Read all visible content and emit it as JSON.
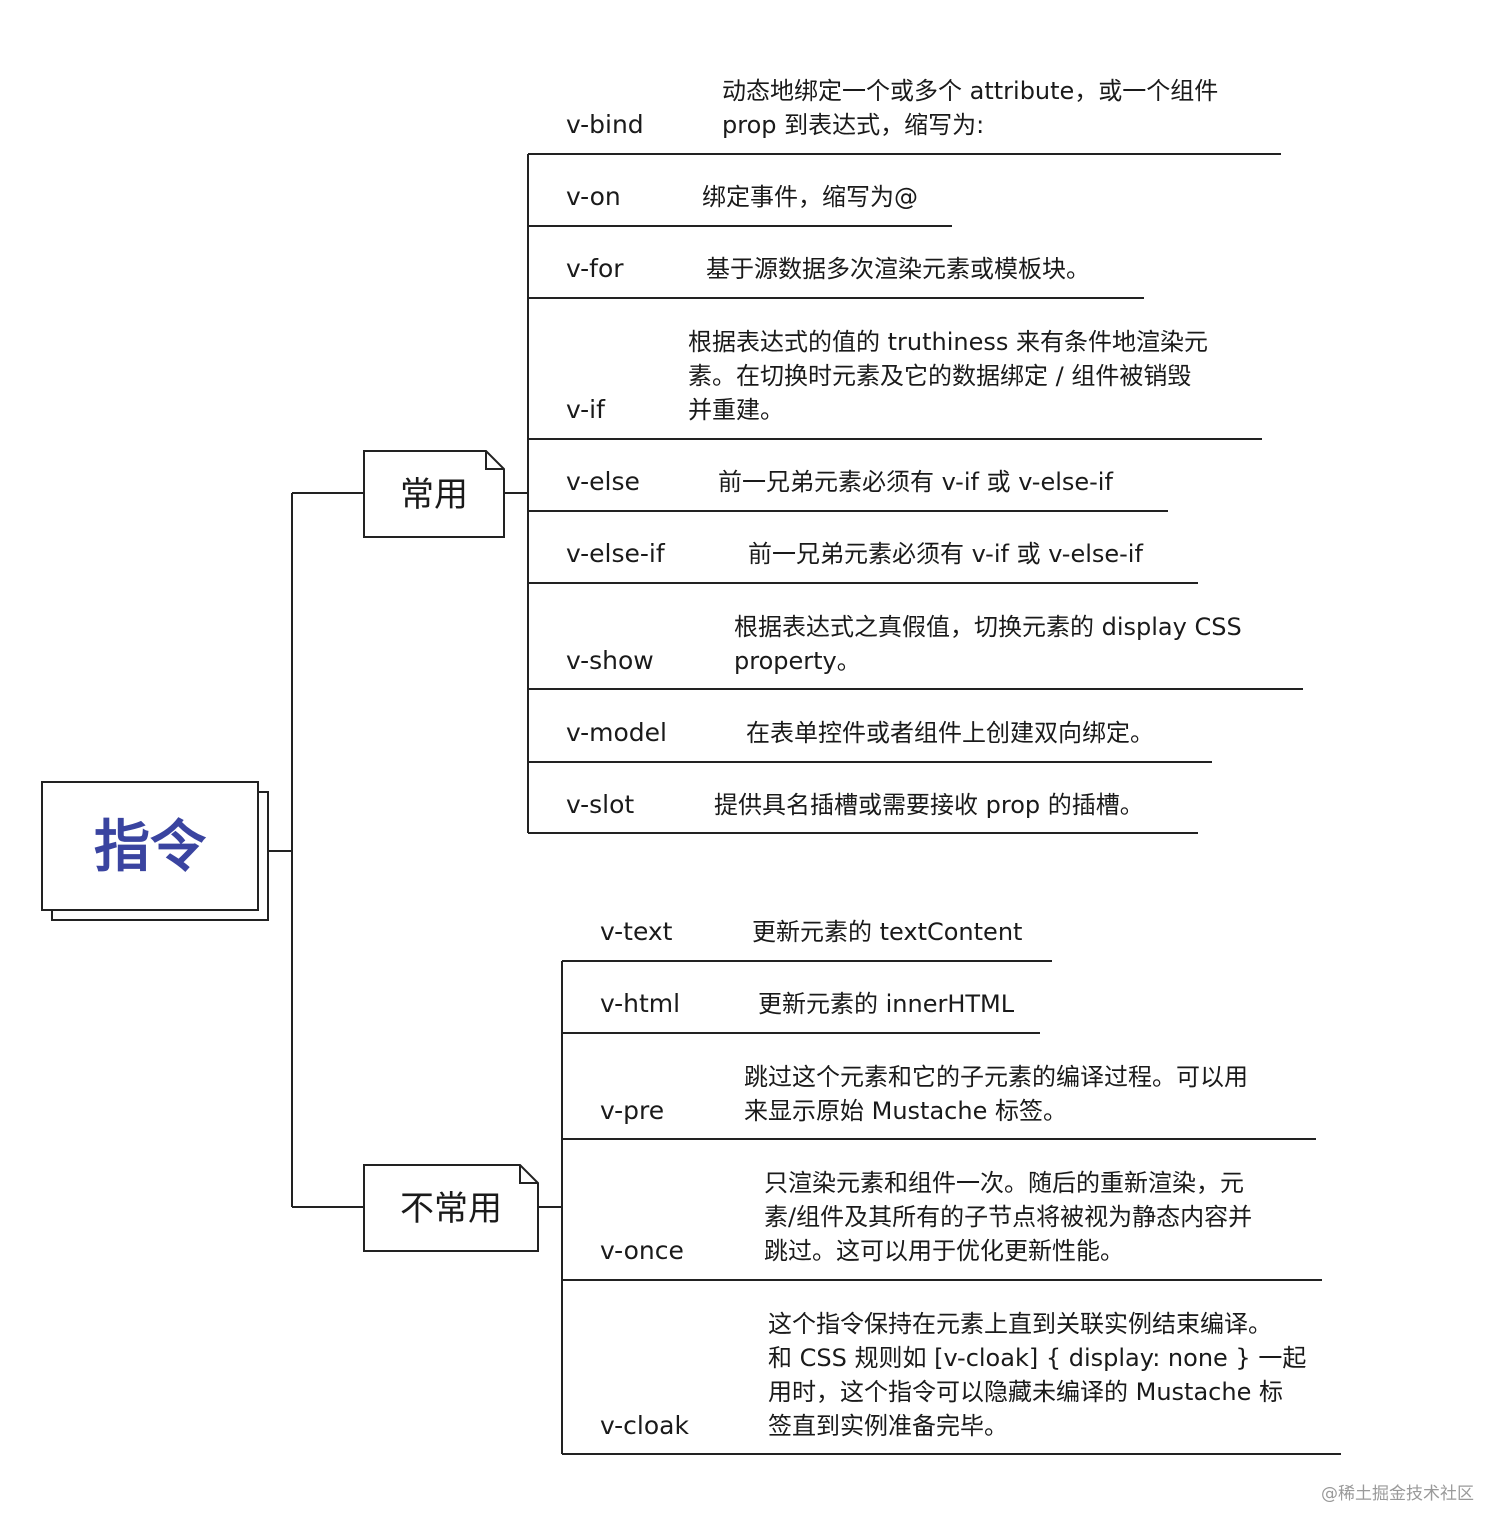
{
  "root": {
    "label": "指令"
  },
  "branches": [
    {
      "label": "常用",
      "items": [
        {
          "name": "v-bind",
          "desc": [
            "动态地绑定一个或多个 attribute，或一个组件",
            "prop 到表达式，缩写为:"
          ]
        },
        {
          "name": "v-on",
          "desc": [
            "绑定事件，缩写为@"
          ]
        },
        {
          "name": "v-for",
          "desc": [
            "基于源数据多次渲染元素或模板块。"
          ]
        },
        {
          "name": "v-if",
          "desc": [
            "根据表达式的值的 truthiness 来有条件地渲染元",
            "素。在切换时元素及它的数据绑定 / 组件被销毁",
            "并重建。"
          ]
        },
        {
          "name": "v-else",
          "desc": [
            "前一兄弟元素必须有 v-if 或 v-else-if"
          ]
        },
        {
          "name": "v-else-if",
          "desc": [
            "前一兄弟元素必须有 v-if 或 v-else-if"
          ]
        },
        {
          "name": "v-show",
          "desc": [
            "根据表达式之真假值，切换元素的 display CSS",
            "property。"
          ]
        },
        {
          "name": "v-model",
          "desc": [
            "在表单控件或者组件上创建双向绑定。"
          ]
        },
        {
          "name": "v-slot",
          "desc": [
            "提供具名插槽或需要接收 prop 的插槽。"
          ]
        }
      ]
    },
    {
      "label": "不常用",
      "items": [
        {
          "name": "v-text",
          "desc": [
            "更新元素的 textContent"
          ]
        },
        {
          "name": "v-html",
          "desc": [
            "更新元素的 innerHTML"
          ]
        },
        {
          "name": "v-pre",
          "desc": [
            "跳过这个元素和它的子元素的编译过程。可以用",
            "来显示原始 Mustache 标签。"
          ]
        },
        {
          "name": "v-once",
          "desc": [
            "只渲染元素和组件一次。随后的重新渲染，元",
            "素/组件及其所有的子节点将被视为静态内容并",
            "跳过。这可以用于优化更新性能。"
          ]
        },
        {
          "name": "v-cloak",
          "desc": [
            "这个指令保持在元素上直到关联实例结束编译。",
            "和 CSS 规则如 [v-cloak] { display: none } 一起",
            "用时，这个指令可以隐藏未编译的 Mustache 标",
            "签直到实例准备完毕。"
          ]
        }
      ]
    }
  ],
  "watermark": "@稀土掘金技术社区"
}
